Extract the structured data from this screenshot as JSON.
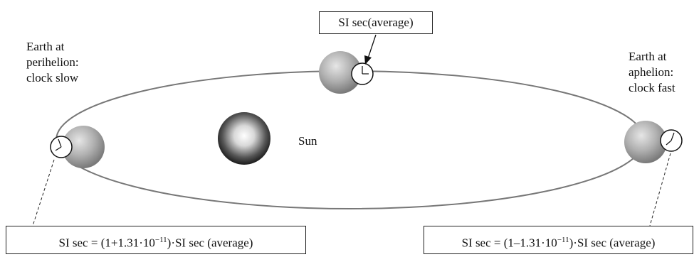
{
  "labels": {
    "perihelion": "Earth at\nperihelion:\nclock slow",
    "aphelion": "Earth at\naphelion:\nclock fast",
    "sun": "Sun"
  },
  "boxes": {
    "top": "SI sec(average)",
    "left": {
      "prefix": "SI sec = (1+1.31·10",
      "exp": "−11",
      "suffix": ")·SI sec (average)"
    },
    "right": {
      "prefix": "SI sec = (1–1.31·10",
      "exp": "−11",
      "suffix": ")·SI sec (average)"
    }
  },
  "colors": {
    "earth": "#9a9a9a",
    "sun_dark": "#222222",
    "line": "#6b6b6b"
  }
}
